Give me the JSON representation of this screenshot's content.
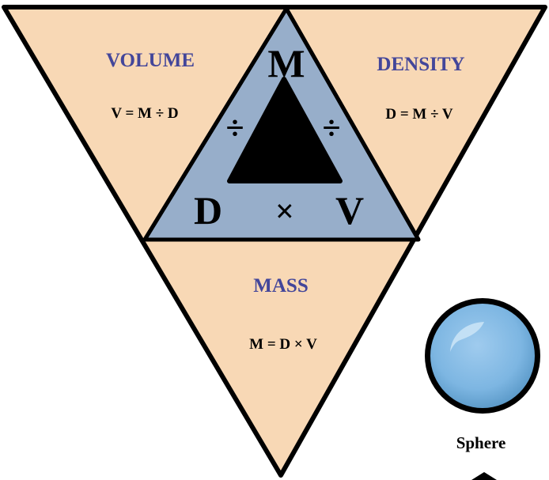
{
  "colors": {
    "outer_fill": "#F8D8B5",
    "center_fill": "#97AECA",
    "outline": "#000000",
    "title_text": "#43469A",
    "formula_text": "#000000",
    "sphere_fill": "#7DB6E2"
  },
  "sections": {
    "volume": {
      "title": "VOLUME",
      "formula": "V = M ÷ D"
    },
    "density": {
      "title": "DENSITY",
      "formula": "D = M ÷ V"
    },
    "mass": {
      "title": "MASS",
      "formula": "M = D × V"
    }
  },
  "triangle_center": {
    "top_letter": "M",
    "bottom_left_letter": "D",
    "bottom_right_letter": "V",
    "left_operator": "÷",
    "right_operator": "÷",
    "bottom_operator": "×"
  },
  "sphere": {
    "caption": "Sphere"
  }
}
